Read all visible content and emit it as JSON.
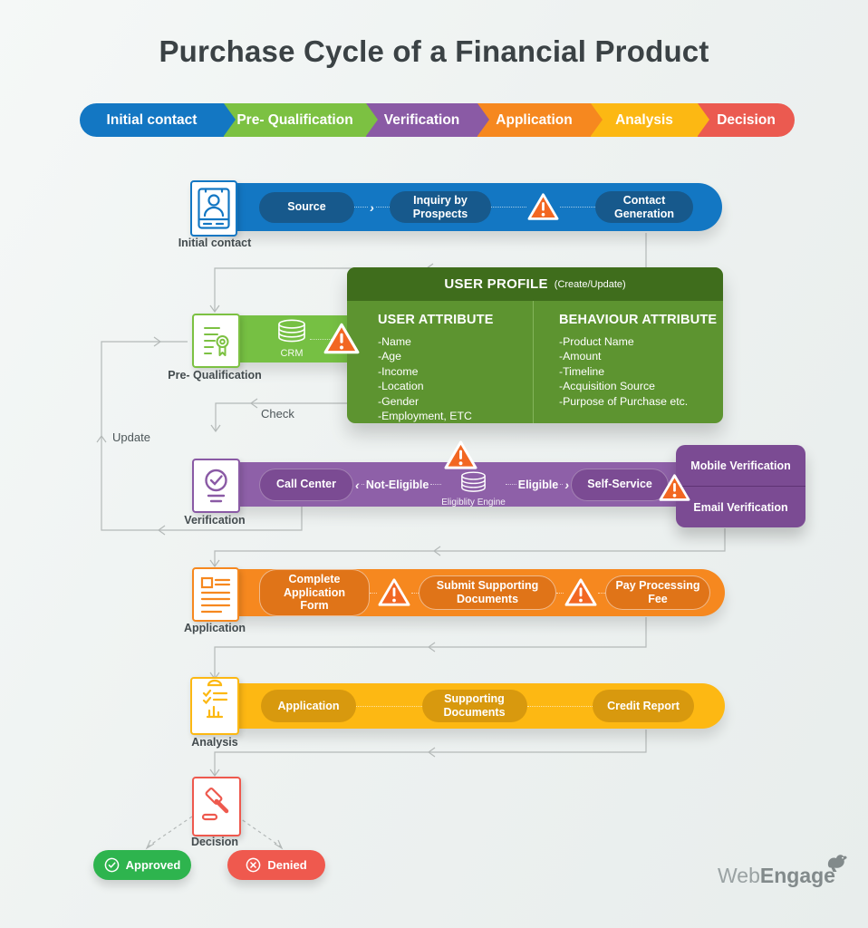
{
  "title": "Purchase Cycle of a Financial Product",
  "ribbon": {
    "stages": [
      {
        "label": "Initial contact",
        "color": "#1377c3"
      },
      {
        "label": "Pre- Qualification",
        "color": "#7cc142"
      },
      {
        "label": "Verification",
        "color": "#8a5aa5"
      },
      {
        "label": "Application",
        "color": "#f6881f"
      },
      {
        "label": "Analysis",
        "color": "#fcb813"
      },
      {
        "label": "Decision",
        "color": "#eb5a50"
      }
    ]
  },
  "flow": {
    "initial_contact": {
      "label": "Initial contact",
      "steps": [
        "Source",
        "Inquiry by Prospects",
        "Contact Generation"
      ]
    },
    "pre_qualification": {
      "label": "Pre- Qualification",
      "crm_label": "CRM"
    },
    "user_profile": {
      "title": "USER PROFILE",
      "subtitle": "(Create/Update)",
      "user_attribute": {
        "title": "USER ATTRIBUTE",
        "items": [
          "-Name",
          "-Age",
          "-Income",
          "-Location",
          "-Gender",
          "-Employment, ETC"
        ]
      },
      "behaviour_attribute": {
        "title": "BEHAVIOUR ATTRIBUTE",
        "items": [
          "-Product Name",
          "-Amount",
          "-Timeline",
          "-Acquisition Source",
          "-Purpose of Purchase etc."
        ]
      }
    },
    "verification": {
      "label": "Verification",
      "call_center": "Call Center",
      "not_eligible": "Not-Eligible",
      "engine_label": "Eligiblity Engine",
      "eligible": "Eligible",
      "self_service": "Self-Service",
      "side_box": [
        "Mobile Verification",
        "Email Verification"
      ]
    },
    "application": {
      "label": "Application",
      "steps": [
        "Complete Application Form",
        "Submit Supporting Documents",
        "Pay Processing Fee"
      ]
    },
    "analysis": {
      "label": "Analysis",
      "steps": [
        "Application",
        "Supporting Documents",
        "Credit Report"
      ]
    },
    "decision": {
      "label": "Decision",
      "approved": "Approved",
      "denied": "Denied"
    },
    "wire_labels": {
      "update": "Update",
      "check": "Check"
    }
  },
  "footer": {
    "logo_web": "Web",
    "logo_engage": "Engage"
  },
  "colors": {
    "initial_contact": "#1377c3",
    "pre_qualification": "#76c043",
    "verification": "#8e60a8",
    "application": "#f6881f",
    "analysis": "#fdb813",
    "decision": "#eb5a50",
    "warning": "#f26722",
    "approved": "#2eb44e",
    "denied": "#ef594e",
    "profile_header": "#3f6d1c",
    "profile_body": "#5d9430",
    "wire": "#b4b9b8"
  }
}
